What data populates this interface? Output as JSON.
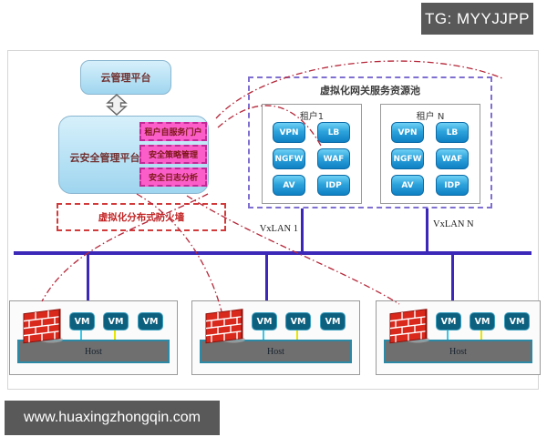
{
  "watermarks": {
    "tg": "TG: MYYJJPP",
    "website": "www.huaxingzhongqin.com"
  },
  "diagram": {
    "cloud_mgmt_label": "云管理平台",
    "cloud_security_label": "云安全管理平台",
    "security_modules": [
      "租户自服务门户",
      "安全策略管理",
      "安全日志分析"
    ],
    "distributed_firewall_label": "虚拟化分布式防火墙",
    "pool": {
      "title": "虚拟化网关服务资源池",
      "tenants": [
        {
          "name": "租户1",
          "services": [
            "VPN",
            "LB",
            "NGFW",
            "WAF",
            "AV",
            "IDP"
          ]
        },
        {
          "name": "租户 N",
          "services": [
            "VPN",
            "LB",
            "NGFW",
            "WAF",
            "AV",
            "IDP"
          ]
        }
      ]
    },
    "vxlan_labels": [
      "VxLAN 1",
      "VxLAN N"
    ],
    "hosts": [
      {
        "label": "Host",
        "vms": [
          "VM",
          "VM",
          "VM"
        ]
      },
      {
        "label": "Host",
        "vms": [
          "VM",
          "VM",
          "VM"
        ]
      },
      {
        "label": "Host",
        "vms": [
          "VM",
          "VM",
          "VM"
        ]
      }
    ]
  },
  "colors": {
    "bus_line": "#3b28b8",
    "red_dash": "#b5283a",
    "pink_module": "#fb5ec9",
    "blue_box": "#b8e2f5",
    "service_button": "#0e80c4",
    "vm_box": "#0e607f",
    "host_bar": "#6f6f6f",
    "badge_bg": "#595959",
    "firewall_brick": "#d9281c"
  }
}
